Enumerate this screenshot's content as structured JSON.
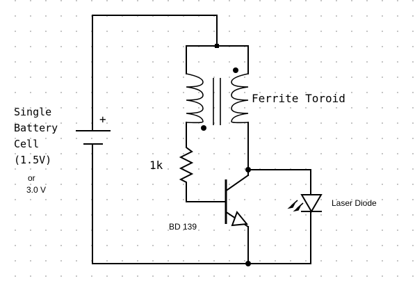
{
  "labels": {
    "battery_line1": "Single",
    "battery_line2": "Battery",
    "battery_line3": "Cell",
    "battery_line4": "(1.5V)",
    "battery_or": "or",
    "battery_alt": "3.0 V",
    "battery_plus": "+",
    "transformer": "Ferrite Toroid",
    "resistor": "1k",
    "transistor": "BD 139",
    "laser": "Laser Diode"
  },
  "colors": {
    "ink": "#000000",
    "background": "#ffffff",
    "grid_dot": "#9a9a9a"
  }
}
